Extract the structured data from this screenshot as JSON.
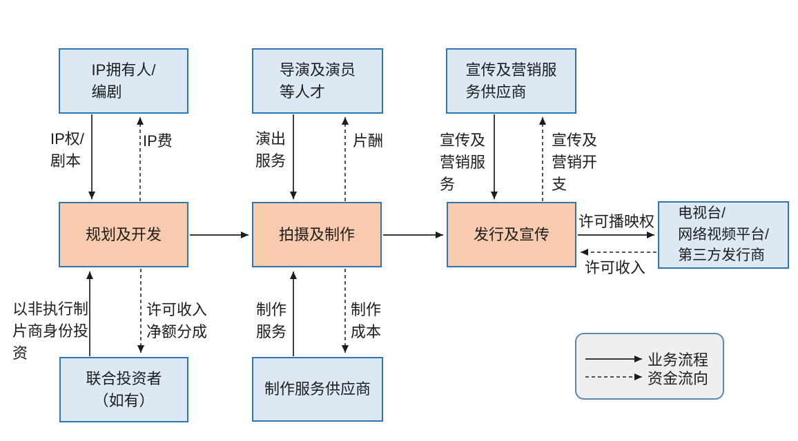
{
  "nodes": {
    "ip_owner": "IP拥有人/\n编剧",
    "talent": "导演及演员\n等人才",
    "marketing_supplier": "宣传及营销服\n务供应商",
    "planning": "规划及开发",
    "production": "拍摄及制作",
    "distribution": "发行及宣传",
    "broadcaster": "电视台/\n网络视频平台/\n第三方发行商",
    "co_investor": "联合投资者\n（如有）",
    "production_supplier": "制作服务供应商"
  },
  "edge_labels": {
    "ip_rights": "IP权/\n剧本",
    "ip_fee": "IP费",
    "performance_service": "演出\n服务",
    "remuneration": "片酬",
    "marketing_service": "宣传及\n营销服\n务",
    "marketing_expense": "宣传及\n营销开\n支",
    "license_broadcast_rights": "许可播映权",
    "license_income": "许可收入",
    "non_executive_investment": "以非执行制\n片商身份投\n资",
    "license_income_share": "许可收入\n净额分成",
    "production_service": "制作\n服务",
    "production_cost": "制作\n成本"
  },
  "legend": {
    "business_flow": "业务流程",
    "capital_flow": "资金流向"
  },
  "colors": {
    "node_blue_fill": "#DCE9F5",
    "node_orange_fill": "#F8CBAD",
    "node_border": "#2E75B6",
    "legend_fill": "#EFEFEF",
    "legend_border": "#5B87B0",
    "arrow": "#1C1C1C"
  }
}
